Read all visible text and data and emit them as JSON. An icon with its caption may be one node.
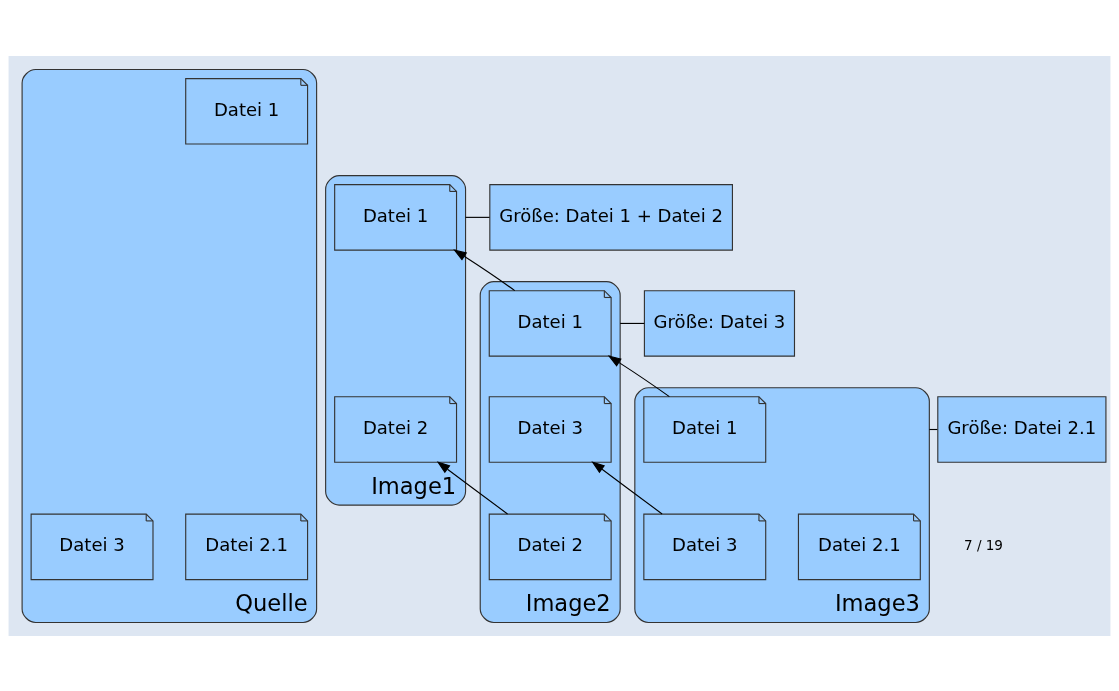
{
  "diagram": {
    "nodes": [
      {
        "text": [
          "Quelle"
        ]
      },
      {
        "text": [
          "Datei 1"
        ],
        "in": 0
      },
      {
        "text": [
          "Datei 2.1"
        ],
        "in": 0
      },
      {
        "text": [
          "Datei 3"
        ],
        "in": 0
      },
      {
        "text": [
          "Image1"
        ]
      },
      {
        "text": [
          "Datei 1"
        ],
        "in": 4
      },
      {
        "text": [
          "Datei 2"
        ],
        "in": 4
      },
      {
        "text": [
          "Image2"
        ]
      },
      {
        "text": [
          "Datei 1"
        ],
        "in": 7
      },
      {
        "text": [
          "Datei 2"
        ],
        "in": 7
      },
      {
        "text": [
          "Datei 3"
        ],
        "in": 7
      },
      {
        "text": [
          "Image3"
        ]
      },
      {
        "text": [
          "Datei 1"
        ],
        "in": 11
      },
      {
        "text": [
          "Datei 2.1"
        ],
        "in": 11
      },
      {
        "text": [
          "Datei 3"
        ],
        "in": 11
      },
      {
        "text": [
          "Größe: Datei 1 + Datei 2"
        ]
      },
      {
        "text": [
          "Größe: Datei 3"
        ]
      },
      {
        "text": [
          "Größe: Datei 2.1"
        ]
      }
    ],
    "edges": [
      {
        "from": 8,
        "to": 5,
        "arrow": "to"
      },
      {
        "from": 9,
        "to": 6,
        "arrow": "to"
      },
      {
        "from": 12,
        "to": 8,
        "arrow": "to"
      },
      {
        "from": 14,
        "to": 10,
        "arrow": "to"
      },
      {
        "from": 4,
        "to": 15,
        "arrow": "none"
      },
      {
        "from": 7,
        "to": 16,
        "arrow": "none"
      },
      {
        "from": 11,
        "to": 17,
        "arrow": "none"
      }
    ],
    "labels": [
      "7 / 19"
    ]
  }
}
